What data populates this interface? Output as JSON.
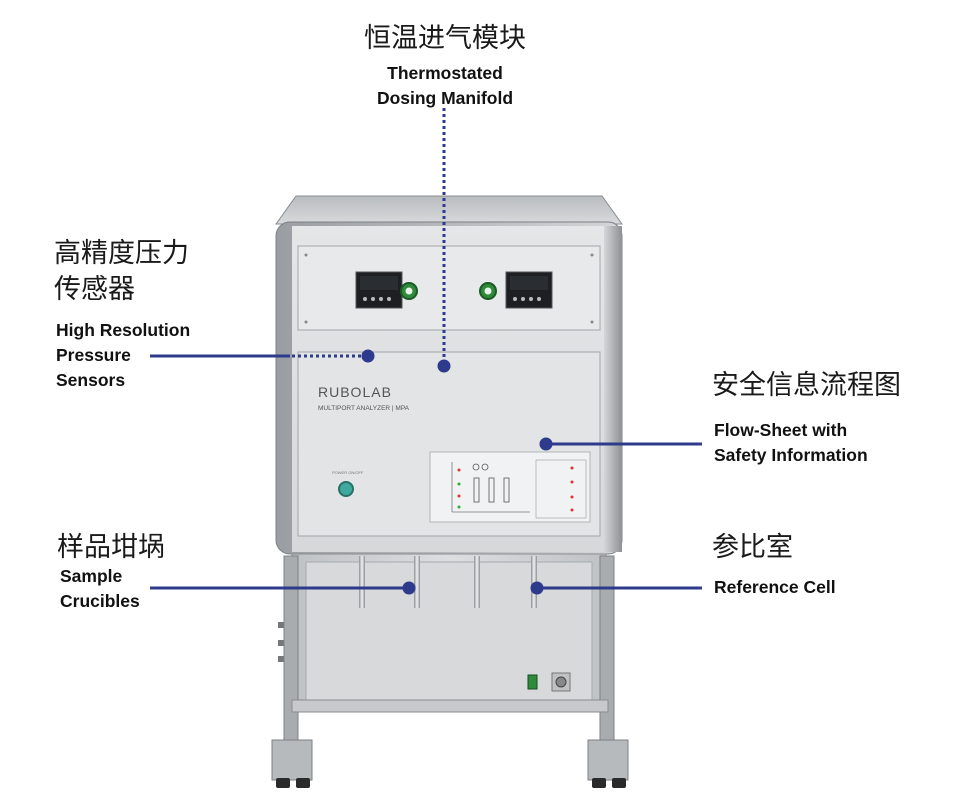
{
  "labels": {
    "manifold": {
      "cn": "恒温进气模块",
      "en": [
        "Thermostated",
        "Dosing Manifold"
      ]
    },
    "sensors": {
      "cn": [
        "高精度压力",
        "传感器"
      ],
      "en": [
        "High Resolution",
        "Pressure",
        "Sensors"
      ]
    },
    "flowsheet": {
      "cn": "安全信息流程图",
      "en": [
        "Flow-Sheet with",
        "Safety Information"
      ]
    },
    "crucibles": {
      "cn": "样品坩埚",
      "en": [
        "Sample",
        "Crucibles"
      ]
    },
    "reference": {
      "cn": "参比室",
      "en": [
        "Reference Cell"
      ]
    }
  },
  "device": {
    "brand": "RUBOLAB",
    "model_line": "MULTIPORT ANALYZER",
    "model": "MPA"
  },
  "colors": {
    "callout": "#2e3a8c",
    "cabinet": "#c9ccce",
    "indicator_green": "#2e8b3a"
  }
}
